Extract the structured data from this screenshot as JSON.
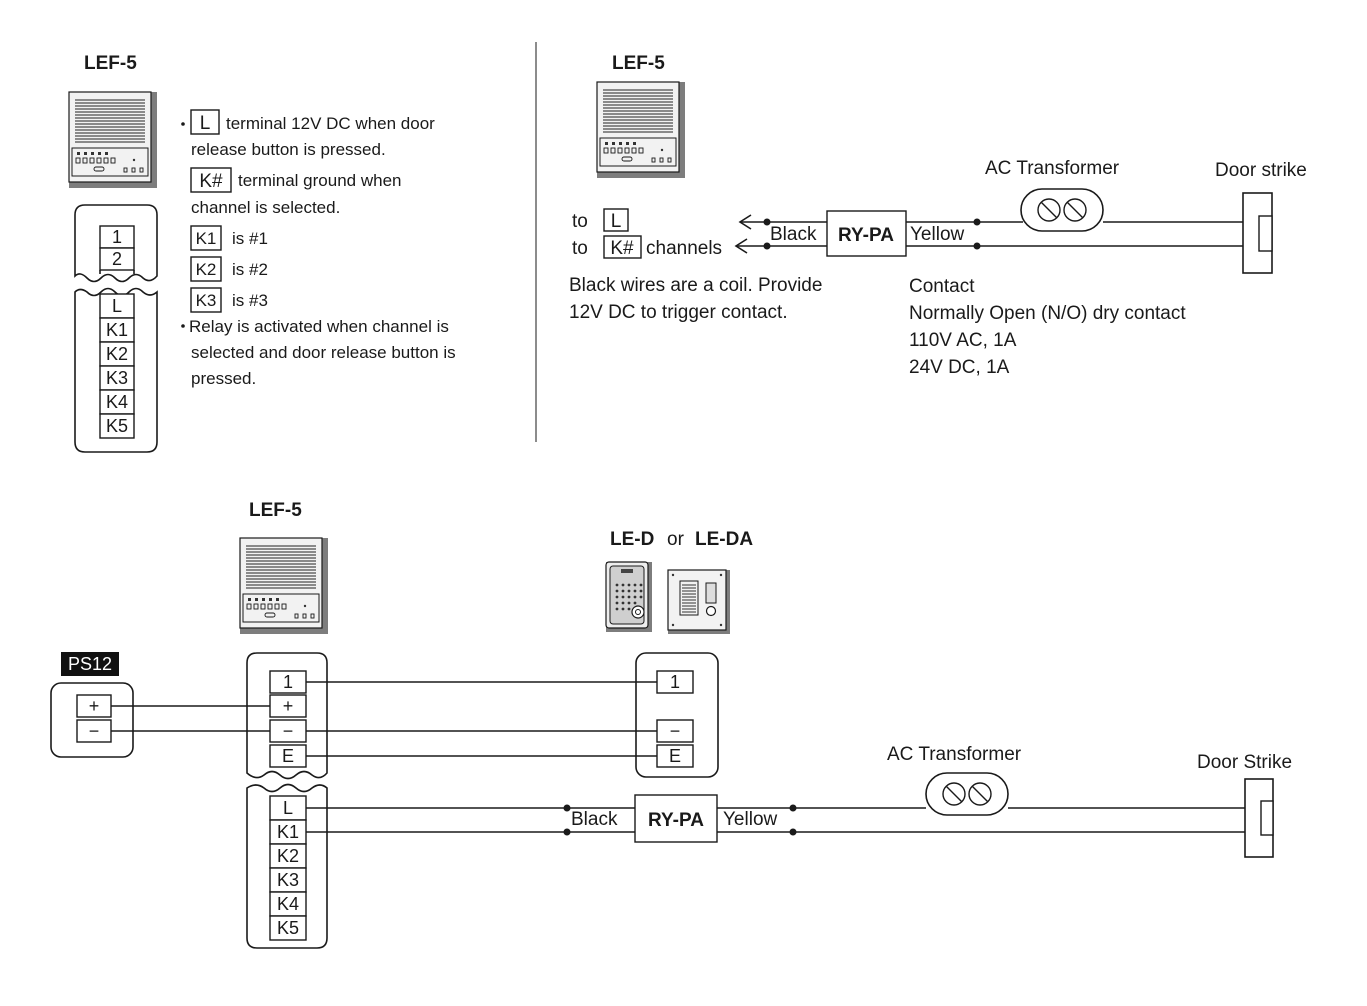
{
  "top_left": {
    "model": "LEF-5",
    "terminals_upper": [
      "1",
      "2"
    ],
    "terminals_lower": [
      "L",
      "K1",
      "K2",
      "K3",
      "K4",
      "K5"
    ],
    "notes": {
      "bullet1_key": "L",
      "bullet1_text": "terminal 12V DC when door",
      "bullet1_line2": "release button is pressed.",
      "k_key": "K#",
      "k_text": "terminal ground when",
      "k_line2": "channel is selected.",
      "k1_key": "K1",
      "k1_text": "is #1",
      "k2_key": "K2",
      "k2_text": "is #2",
      "k3_key": "K3",
      "k3_text": "is #3",
      "bullet2_line1": "Relay is activated when channel is",
      "bullet2_line2": "selected and door release button is",
      "bullet2_line3": "pressed."
    }
  },
  "top_right": {
    "model": "LEF-5",
    "to_label": "to",
    "l_key": "L",
    "k_key": "K#",
    "channels_text": "channels",
    "black_label": "Black",
    "relay_label": "RY-PA",
    "yellow_label": "Yellow",
    "transformer_label": "AC Transformer",
    "door_strike_label": "Door strike",
    "coil_note_line1": "Black wires are a coil. Provide",
    "coil_note_line2": "12V DC to trigger contact.",
    "contact_line1": "Contact",
    "contact_line2": "Normally Open (N/O) dry contact",
    "contact_line3": "110V AC, 1A",
    "contact_line4": "24V DC, 1A"
  },
  "bottom": {
    "model": "LEF-5",
    "door_model_a": "LE-D",
    "door_or": "or",
    "door_model_b": "LE-DA",
    "ps12_label": "PS12",
    "ps12_terminals": [
      "+",
      "−"
    ],
    "lef_terminals_upper": [
      "1",
      "+",
      "−",
      "E"
    ],
    "lef_terminals_lower": [
      "L",
      "K1",
      "K2",
      "K3",
      "K4",
      "K5"
    ],
    "door_terminals": [
      "1",
      "−",
      "E"
    ],
    "black_label": "Black",
    "relay_label": "RY-PA",
    "yellow_label": "Yellow",
    "transformer_label": "AC Transformer",
    "door_strike_label": "Door Strike"
  }
}
